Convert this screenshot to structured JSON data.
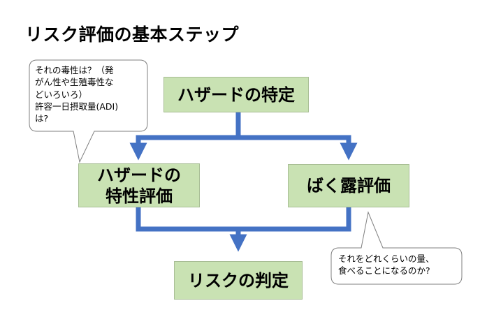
{
  "title": "リスク評価の基本ステップ",
  "nodes": {
    "hazard_identification": "ハザードの特定",
    "hazard_characterization": [
      "ハザードの",
      "特性評価"
    ],
    "exposure_assessment": "ばく露評価",
    "risk_characterization": "リスクの判定"
  },
  "callouts": {
    "hazard": [
      "それの毒性は？（発",
      "がん性や生殖毒性な",
      "どいろいろ）",
      "許容一日摂取量(ADI)",
      "は?"
    ],
    "exposure": [
      "それをどれくらいの量、",
      "食べることになるのか?"
    ]
  },
  "colors": {
    "box_fill": "#c9e2b3",
    "arrow": "#4472c4",
    "callout_border": "#7f7f7f"
  }
}
